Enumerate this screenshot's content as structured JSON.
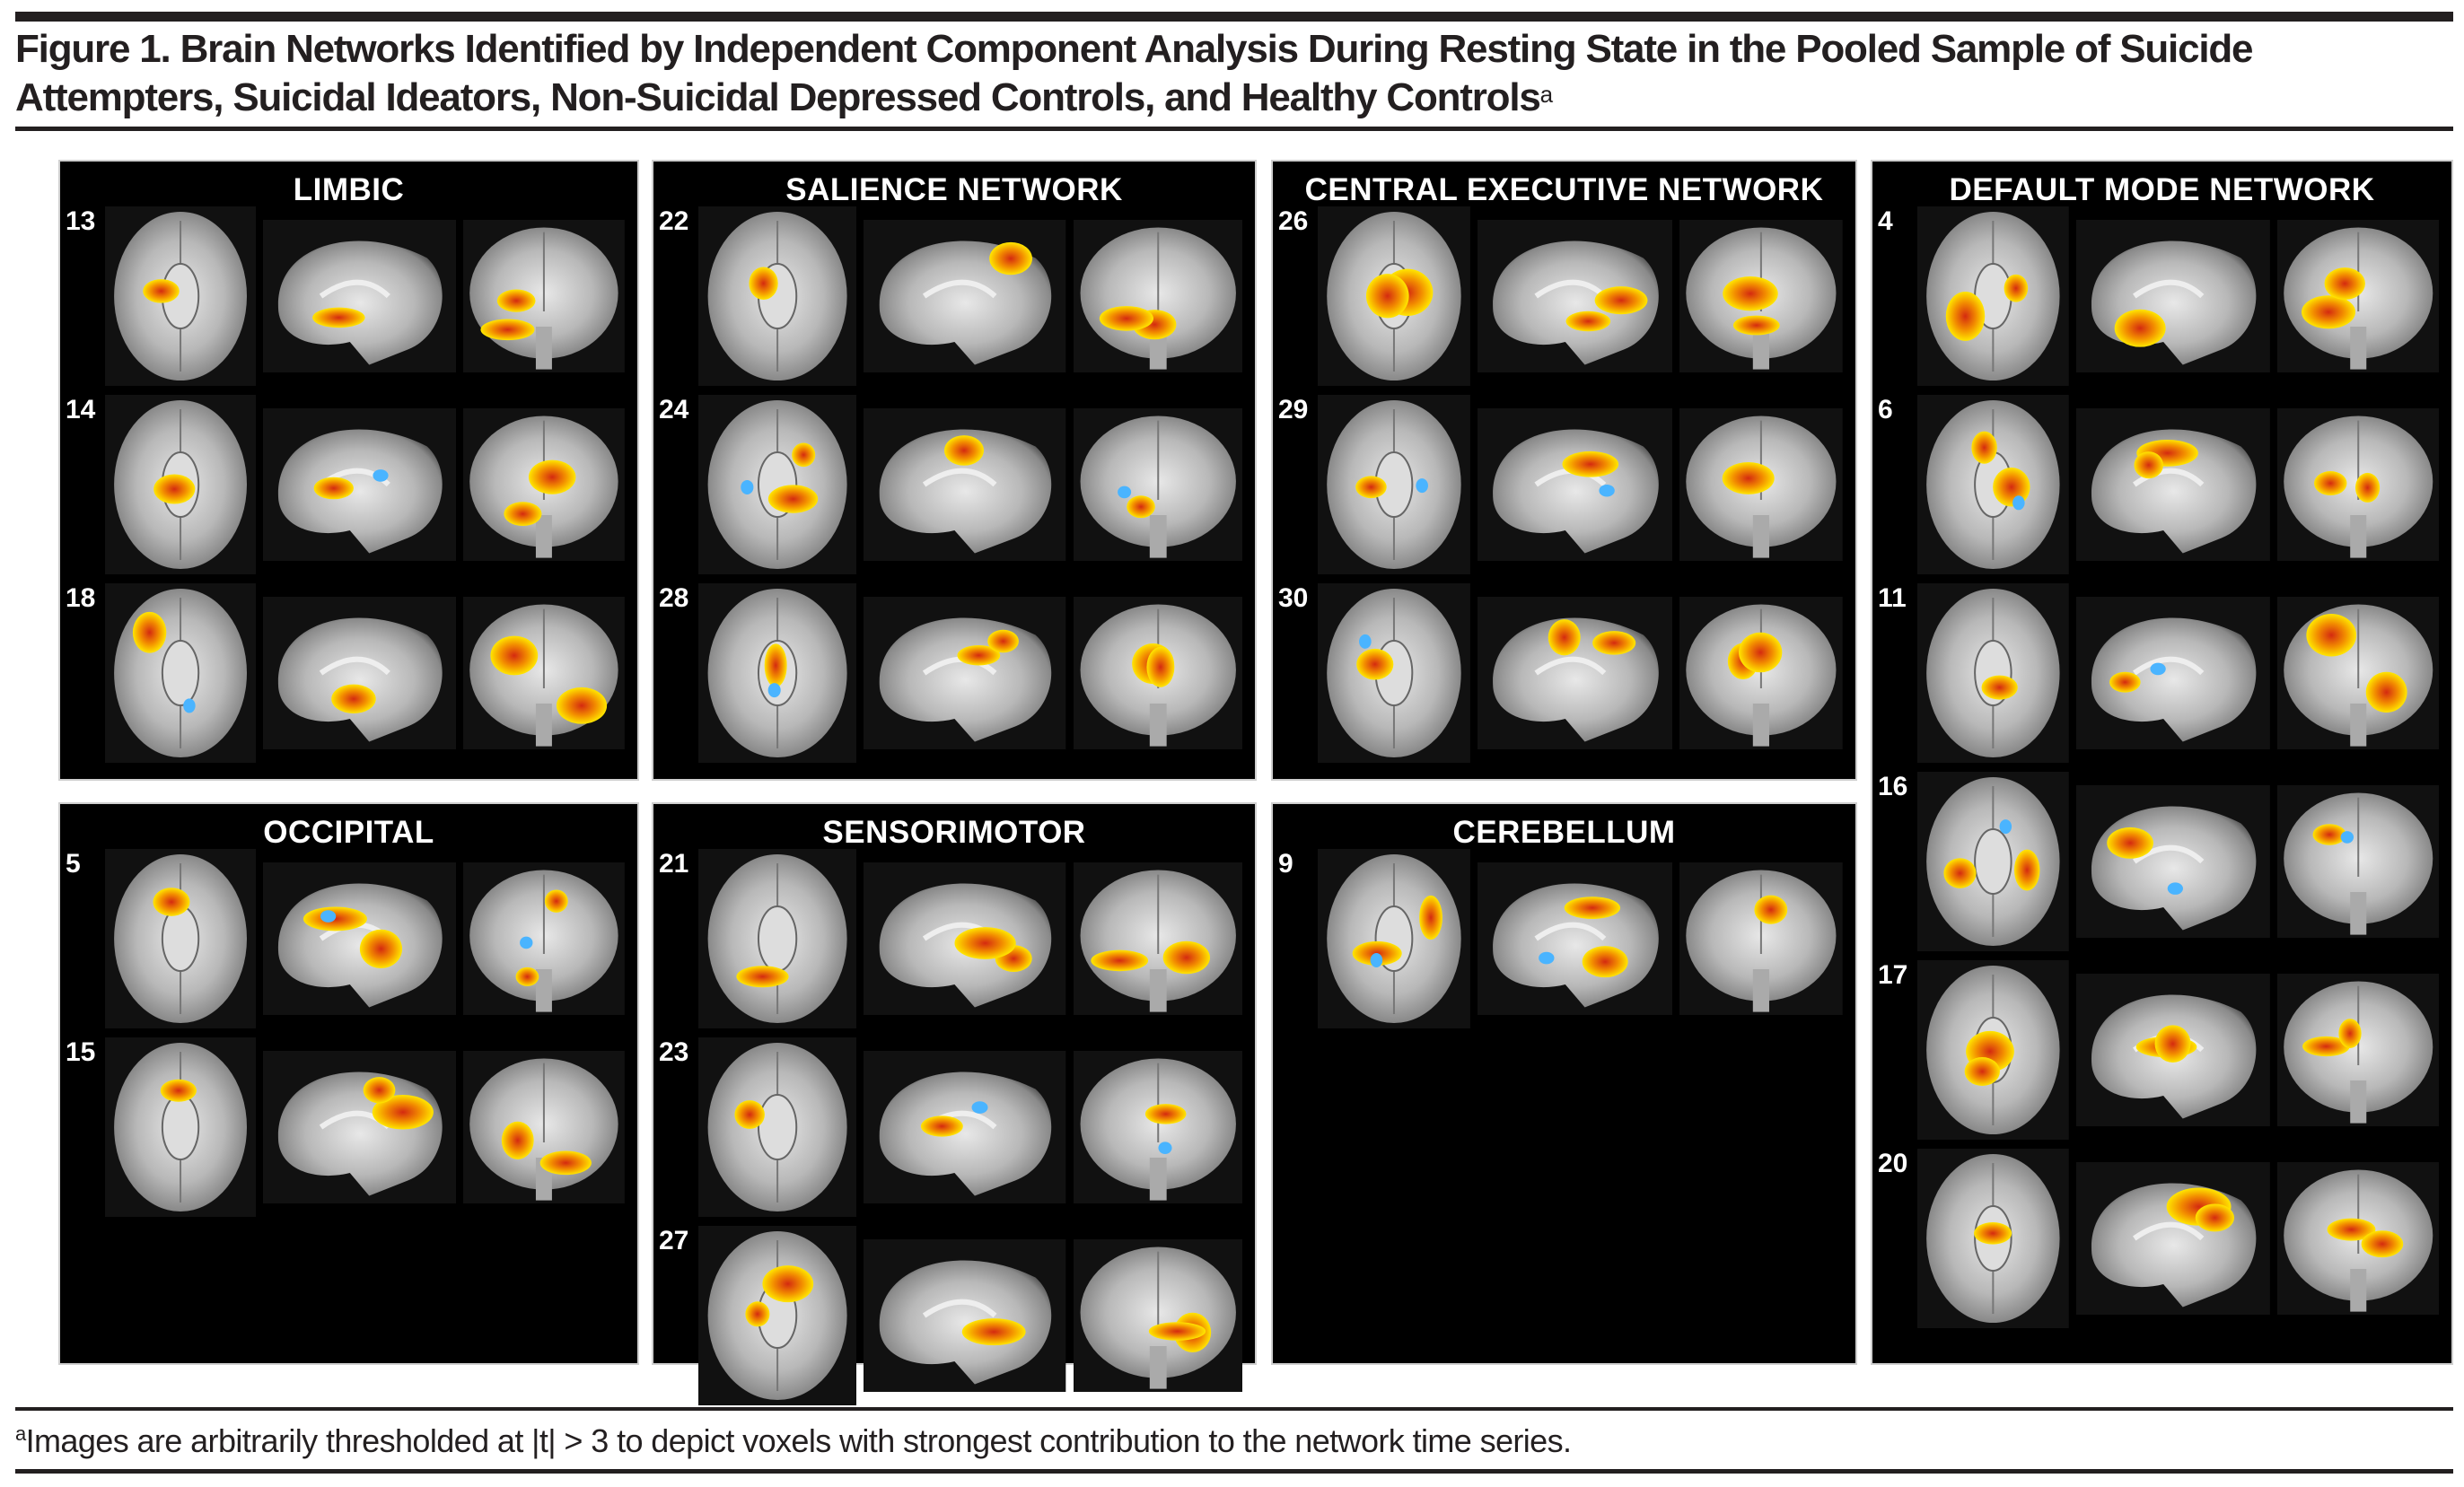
{
  "figure": {
    "title": "Figure 1. Brain Networks Identified by Independent Component Analysis During Resting State in the Pooled Sample of Suicide Attempters, Suicidal Ideators, Non-Suicidal Depressed Controls, and Healthy Controls",
    "title_superscript": "a",
    "footnote_marker": "a",
    "footnote": "Images are arbitrarily thresholded at |t| > 3 to depict voxels with strongest contribution to the network time series."
  },
  "panels": [
    {
      "id": "limbic",
      "title": "LIMBIC",
      "components": [
        "13",
        "14",
        "18"
      ]
    },
    {
      "id": "salience",
      "title": "SALIENCE NETWORK",
      "components": [
        "22",
        "24",
        "28"
      ]
    },
    {
      "id": "central-executive",
      "title": "CENTRAL EXECUTIVE NETWORK",
      "components": [
        "26",
        "29",
        "30"
      ]
    },
    {
      "id": "default-mode",
      "title": "DEFAULT MODE NETWORK",
      "components": [
        "4",
        "6",
        "11",
        "16",
        "17",
        "20"
      ]
    },
    {
      "id": "occipital",
      "title": "OCCIPITAL",
      "components": [
        "5",
        "15"
      ]
    },
    {
      "id": "sensorimotor",
      "title": "SENSORIMOTOR",
      "components": [
        "21",
        "23",
        "27"
      ]
    },
    {
      "id": "cerebellum",
      "title": "CEREBELLUM",
      "components": [
        "9"
      ]
    }
  ],
  "colors": {
    "positive": "#f28c00",
    "positive_core": "#d42a10",
    "positive_edge": "#ffe600",
    "negative": "#4ab4ff",
    "background": "#000000",
    "text": "#231f20"
  }
}
